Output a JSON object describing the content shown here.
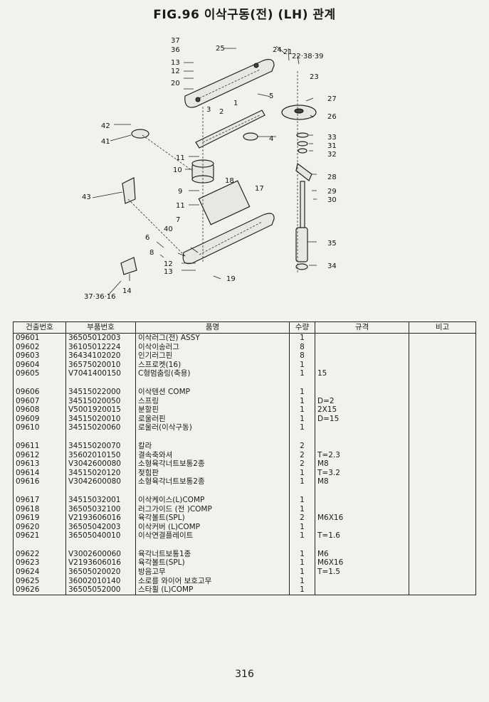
{
  "title": "FIG.96 이삭구동(전) (LH) 관계",
  "page_number": "316",
  "diagram": {
    "callouts": [
      "37",
      "36",
      "25",
      "24",
      "21",
      "22·38·39",
      "13",
      "12",
      "20",
      "23",
      "1",
      "5",
      "27",
      "3",
      "2",
      "26",
      "42",
      "41",
      "4",
      "33",
      "31",
      "32",
      "11",
      "10",
      "28",
      "9",
      "18",
      "17",
      "29",
      "30",
      "11",
      "43",
      "7",
      "40",
      "6",
      "8",
      "35",
      "12",
      "13",
      "19",
      "34",
      "14",
      "37·36·16"
    ]
  },
  "table": {
    "headers": [
      "건출번호",
      "부품번호",
      "품명",
      "수량",
      "규격",
      "비고"
    ],
    "groups": [
      [
        [
          "09601",
          "36505012003",
          "이삭러그(전) ASSY",
          "1",
          "",
          ""
        ],
        [
          "09602",
          "36105012224",
          "이삭이송러그",
          "8",
          "",
          ""
        ],
        [
          "09603",
          "36434102020",
          "인기러그핀",
          "8",
          "",
          ""
        ],
        [
          "09604",
          "36575020010",
          "스프로켓(16)",
          "1",
          "",
          ""
        ],
        [
          "09605",
          "V7041400150",
          "C형멈춤링(축용)",
          "1",
          "15",
          ""
        ]
      ],
      [
        [
          "09606",
          "34515022000",
          "이삭텐션 COMP",
          "1",
          "",
          ""
        ],
        [
          "09607",
          "34515020050",
          "스프링",
          "1",
          "D=2",
          ""
        ],
        [
          "09608",
          "V5001920015",
          "분할핀",
          "1",
          "2X15",
          ""
        ],
        [
          "09609",
          "34515020010",
          "로울러핀",
          "1",
          "D=15",
          ""
        ],
        [
          "09610",
          "34515020060",
          "로울러(이삭구동)",
          "1",
          "",
          ""
        ]
      ],
      [
        [
          "09611",
          "34515020070",
          "칼라",
          "2",
          "",
          ""
        ],
        [
          "09612",
          "35602010150",
          "결속축와셔",
          "2",
          "T=2.3",
          ""
        ],
        [
          "09613",
          "V3042600080",
          "소형육각너트보통2종",
          "2",
          "M8",
          ""
        ],
        [
          "09614",
          "34515020120",
          "젖힘판",
          "1",
          "T=3.2",
          ""
        ],
        [
          "09616",
          "V3042600080",
          "소형육각너트보통2종",
          "1",
          "M8",
          ""
        ]
      ],
      [
        [
          "09617",
          "34515032001",
          "이삭케이스(L)COMP",
          "1",
          "",
          ""
        ],
        [
          "09618",
          "36505032100",
          "러그가이드 (전 )COMP",
          "1",
          "",
          ""
        ],
        [
          "09619",
          "V2193606016",
          "육각볼트(SPL)",
          "2",
          "M6X16",
          ""
        ],
        [
          "09620",
          "36505042003",
          "이삭커버 (L)COMP",
          "1",
          "",
          ""
        ],
        [
          "09621",
          "36505040010",
          "이삭연결플레이트",
          "1",
          "T=1.6",
          ""
        ]
      ],
      [
        [
          "09622",
          "V3002600060",
          "육각너트보통1종",
          "1",
          "M6",
          ""
        ],
        [
          "09623",
          "V2193606016",
          "육각볼트(SPL)",
          "1",
          "M6X16",
          ""
        ],
        [
          "09624",
          "36505020020",
          "방음고무",
          "1",
          "T=1.5",
          ""
        ],
        [
          "09625",
          "36002010140",
          "소로를 와이어 보호고무",
          "1",
          "",
          ""
        ],
        [
          "09626",
          "36505052000",
          "스타휠 (L)COMP",
          "1",
          "",
          ""
        ]
      ]
    ]
  }
}
